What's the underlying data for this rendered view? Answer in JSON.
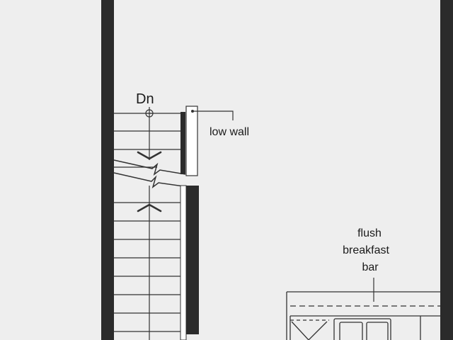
{
  "labels": {
    "stair_direction": "Dn",
    "low_wall": "low wall",
    "bar_line1": "flush",
    "bar_line2": "breakfast",
    "bar_line3": "bar"
  },
  "colors": {
    "background": "#eeeeee",
    "wall": "#2b2b2b",
    "line": "#333333"
  }
}
